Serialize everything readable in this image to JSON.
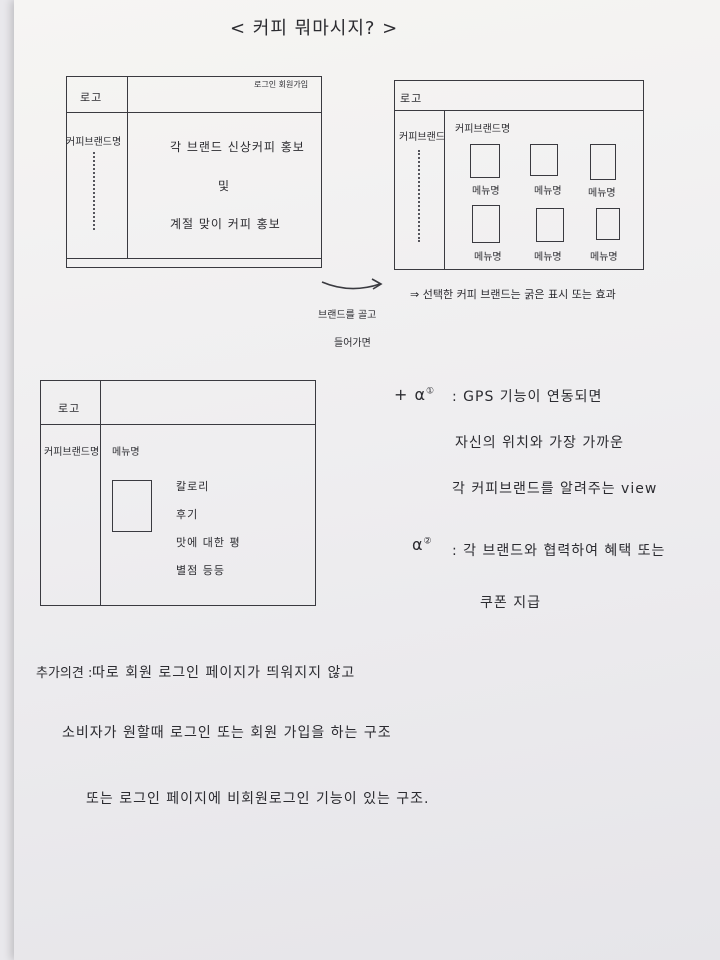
{
  "title": "< 커피 뭐마시지? >",
  "wireframe1": {
    "logo": "로고",
    "top_right": "로그인 회원가입",
    "sidebar_label": "커피브랜드명",
    "center_line1": "각 브랜드 신상커피 홍보",
    "center_line2": "및",
    "center_line3": "계절 맞이 커피 홍보"
  },
  "arrow_note": {
    "line1": "브랜드를 골고",
    "line2": "들어가면"
  },
  "wireframe2": {
    "logo": "로고",
    "sidebar_label": "커피브랜드",
    "main_label": "커피브랜드명",
    "menu_items": [
      "메뉴명",
      "메뉴명",
      "메뉴명",
      "메뉴명",
      "메뉴명",
      "메뉴명"
    ]
  },
  "effect_note": "⇒ 선택한 커피 브랜드는 굵은 표시 또는 효과",
  "wireframe3": {
    "logo": "로고",
    "sidebar_label": "커피브랜드명",
    "main_label": "메뉴명",
    "details": [
      "칼로리",
      "후기",
      "맛에 대한 평",
      "별점 등등"
    ]
  },
  "alpha_notes": {
    "prefix": "+ α",
    "sup1": "①",
    "line1": ": GPS 기능이 연동되면",
    "line2": "자신의 위치와 가장 가까운",
    "line3": "각 커피브랜드를 알려주는 view",
    "alpha2": "α",
    "sup2": "②",
    "line4": ": 각 브랜드와 협력하여 혜택 또는",
    "line5": "쿠폰 지급"
  },
  "footer": {
    "label": "추가의견 :",
    "line1": "따로 회원 로그인 페이지가 띄워지지 않고",
    "line2": "소비자가 원할때 로그인 또는 회원 가입을 하는 구조",
    "line3": "또는 로그인 페이지에 비회원로그인 기능이 있는 구조."
  }
}
